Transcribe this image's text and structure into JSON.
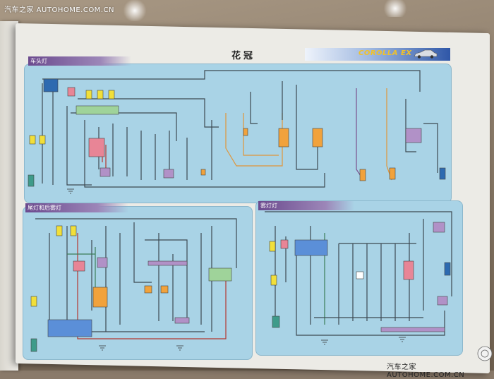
{
  "watermark": {
    "top": "汽车之家 AUTOHOME.COM.CN",
    "bottom": "汽车之家 AUTOHOME.COM.CN"
  },
  "page": {
    "title": "花冠",
    "brand": "COROLLA EX"
  },
  "sections": [
    {
      "id": "headlamp",
      "tag": "车头灯"
    },
    {
      "id": "tail-lamp",
      "tag": "尾灯和后雾灯"
    },
    {
      "id": "fog-lamp",
      "tag": "雾灯灯"
    }
  ],
  "colors": {
    "panel_blue": "#a9d3e6",
    "wire_dark": "#3d4a52",
    "wire_green": "#3b7d57",
    "wire_orange": "#e0953a",
    "wire_red": "#b5372f",
    "wire_purple": "#7b4f8c",
    "component_yellow": "#f1df3a",
    "component_pink": "#e88596",
    "component_green": "#9fd39a",
    "component_orange": "#f1a23c",
    "component_violet": "#b191c7",
    "component_teal": "#3e9b8a",
    "component_blue": "#2d6ab0",
    "brand_gold": "#f0c12a"
  },
  "icons": [
    "car-icon",
    "autohome-logo-icon"
  ]
}
